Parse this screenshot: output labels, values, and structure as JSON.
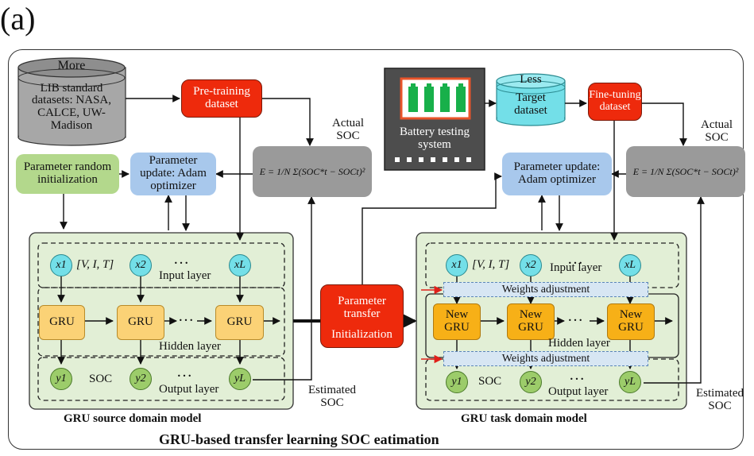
{
  "panel_label": "(a)",
  "title": "GRU-based transfer learning SOC eatimation",
  "source": {
    "db_top": "More",
    "db_text": "LIB standard datasets: NASA, CALCE, UW-Madison",
    "pretrain": "Pre-training dataset",
    "actual_soc": "Actual SOC",
    "param_init": "Parameter random initialization",
    "param_update": "Parameter update: Adam optimizer",
    "loss": "E = 1/N Σ(SOC*t − SOCt)²",
    "input_label": "[V, I, T]",
    "input_layer": "Input layer",
    "hidden_layer": "Hidden layer",
    "output_layer": "Output layer",
    "soc": "SOC",
    "gru": "GRU",
    "estimated_soc": "Estimated SOC",
    "model_name": "GRU source domain model",
    "dots": "…",
    "x1": "x1",
    "x2": "x2",
    "xL": "xL",
    "y1": "y1",
    "y2": "y2",
    "yL": "yL"
  },
  "transfer": {
    "parameter_transfer": "Parameter transfer",
    "initialization": "Initialization"
  },
  "target": {
    "battery_label": "Battery testing system",
    "db_top": "Less",
    "db_text": "Target dataset",
    "finetune": "Fine-tuning dataset",
    "actual_soc": "Actual SOC",
    "param_update": "Parameter update: Adam optimizer",
    "loss": "E = 1/N Σ(SOC*t − SOCt)²",
    "input_label": "[V, I, T]",
    "input_layer": "Input layer",
    "weights_adjustment": "Weights adjustment",
    "new_gru": "New GRU",
    "hidden_layer": "Hidden layer",
    "output_layer": "Output layer",
    "soc": "SOC",
    "estimated_soc": "Estimated SOC",
    "model_name": "GRU task domain model",
    "dots": "…",
    "x1": "x1",
    "x2": "x2",
    "xL": "xL",
    "y1": "y1",
    "y2": "y2",
    "yL": "yL"
  },
  "colors": {
    "red_box": "#ee2a0c",
    "blue_box": "#a8c8ec",
    "green_box": "#b3d88c",
    "model_bg": "#e2efd6",
    "gru": "#fbd276",
    "new_gru": "#f7b017",
    "cyan": "#73dfe8",
    "battery_bg": "#4d4d4d",
    "battery_cell": "#18b04a"
  }
}
